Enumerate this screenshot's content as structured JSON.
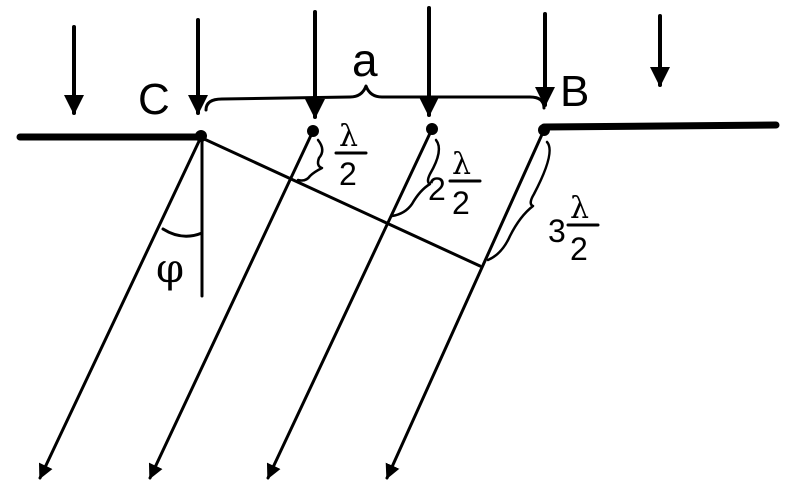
{
  "figure": {
    "point_c": "C",
    "point_b": "B",
    "width_label": "a",
    "angle_label": "φ",
    "path_diff_1": {
      "coef": "",
      "num": "λ",
      "den": "2"
    },
    "path_diff_2": {
      "coef": "2",
      "num": "λ",
      "den": "2"
    },
    "path_diff_3": {
      "coef": "3",
      "num": "λ",
      "den": "2"
    }
  },
  "colors": {
    "ink": "#000000",
    "background": "#ffffff"
  }
}
